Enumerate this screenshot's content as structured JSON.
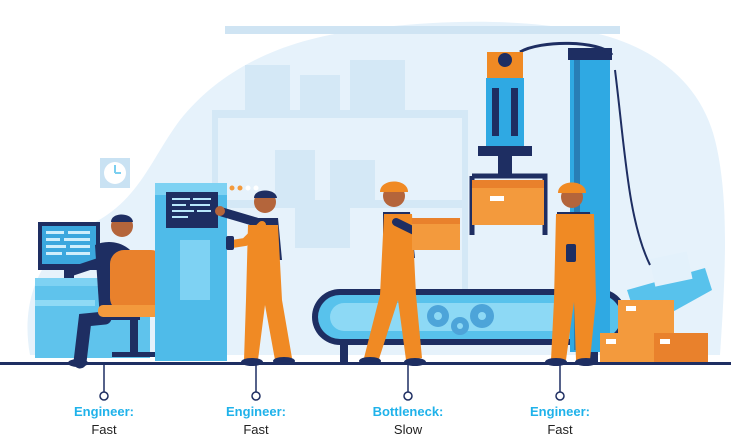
{
  "colors": {
    "accent_blue": "#1fb2ea",
    "worker_orange": "#f08a24",
    "box_orange": "#f39a3d",
    "navy": "#1e2e62",
    "machine_blue": "#7ccff0",
    "bg_blob": "#e3f1fb",
    "text_dark": "#222222"
  },
  "stations": [
    {
      "role": "Engineer:",
      "speed": "Fast"
    },
    {
      "role": "Engineer:",
      "speed": "Fast"
    },
    {
      "role": "Bottleneck:",
      "speed": "Slow"
    },
    {
      "role": "Engineer:",
      "speed": "Fast"
    }
  ],
  "icons": [
    "wall-clock-icon",
    "computer-monitor-icon",
    "control-panel-icon",
    "robotic-arm-icon",
    "conveyor-belt-icon",
    "gear-icon",
    "cardboard-box-icon",
    "walkie-talkie-icon"
  ]
}
